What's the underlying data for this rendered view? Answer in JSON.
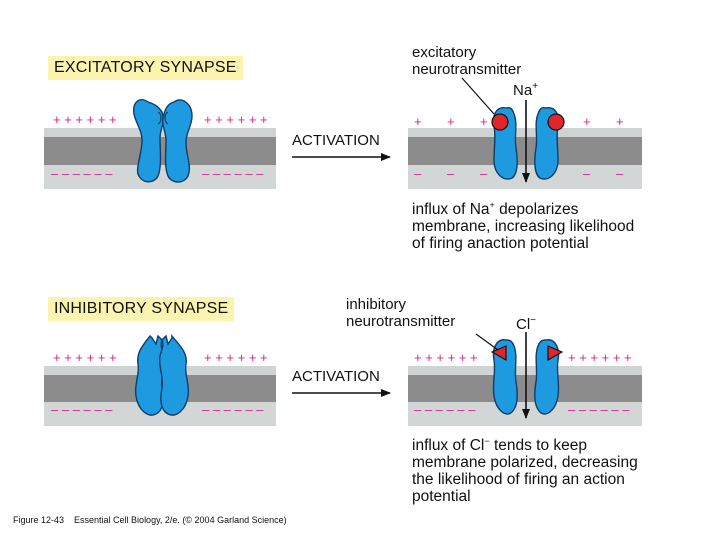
{
  "excitatory": {
    "title": "EXCITATORY SYNAPSE",
    "activation": "ACTIVATION",
    "neurotransmitter_line1": "excitatory",
    "neurotransmitter_line2": "neurotransmitter",
    "ion": "Na",
    "ion_charge": "+",
    "desc_line1": "influx of Na",
    "desc_sup": "+",
    "desc_line1_rest": " depolarizes",
    "desc_line2": "membrane, increasing likelihood",
    "desc_line3": "of firing anaction potential"
  },
  "inhibitory": {
    "title": "INHIBITORY SYNAPSE",
    "activation": "ACTIVATION",
    "neurotransmitter_line1": "inhibitory",
    "neurotransmitter_line2": "neurotransmitter",
    "ion": "Cl",
    "ion_charge": "−",
    "desc_line1": "influx of Cl",
    "desc_sup": "−",
    "desc_line1_rest": " tends to keep",
    "desc_line2": "membrane polarized, decreasing",
    "desc_line3": "the likelihood of firing an action",
    "desc_line4": "potential"
  },
  "caption": {
    "figure": "Figure 12-43",
    "text": "Essential Cell Biology, 2/e. (© 2004 Garland Science)"
  },
  "colors": {
    "membrane_top": "#8c8c8c",
    "membrane_bottom": "#d2d6d6",
    "channel": "#1e9be0",
    "charge": "#d0288c",
    "excitatory_ligand": "#e0252b",
    "inhibitory_ligand": "#e0252b",
    "title_bg": "#fbf3b0"
  }
}
